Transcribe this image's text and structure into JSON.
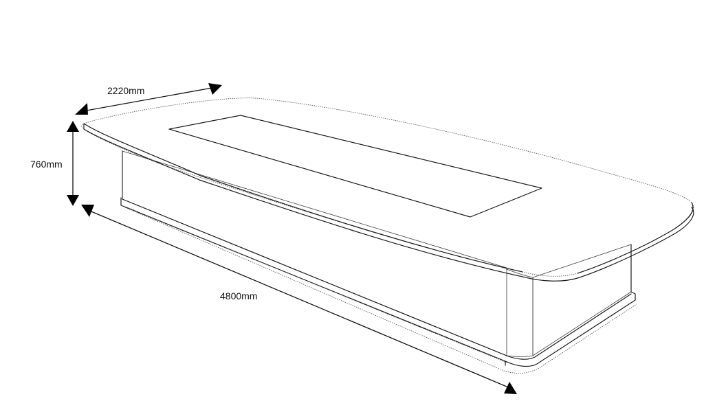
{
  "dimensions": {
    "width_label": "2220mm",
    "height_label": "760mm",
    "length_label": "4800mm"
  },
  "colors": {
    "line": "#1a1a1a",
    "background": "#ffffff"
  }
}
